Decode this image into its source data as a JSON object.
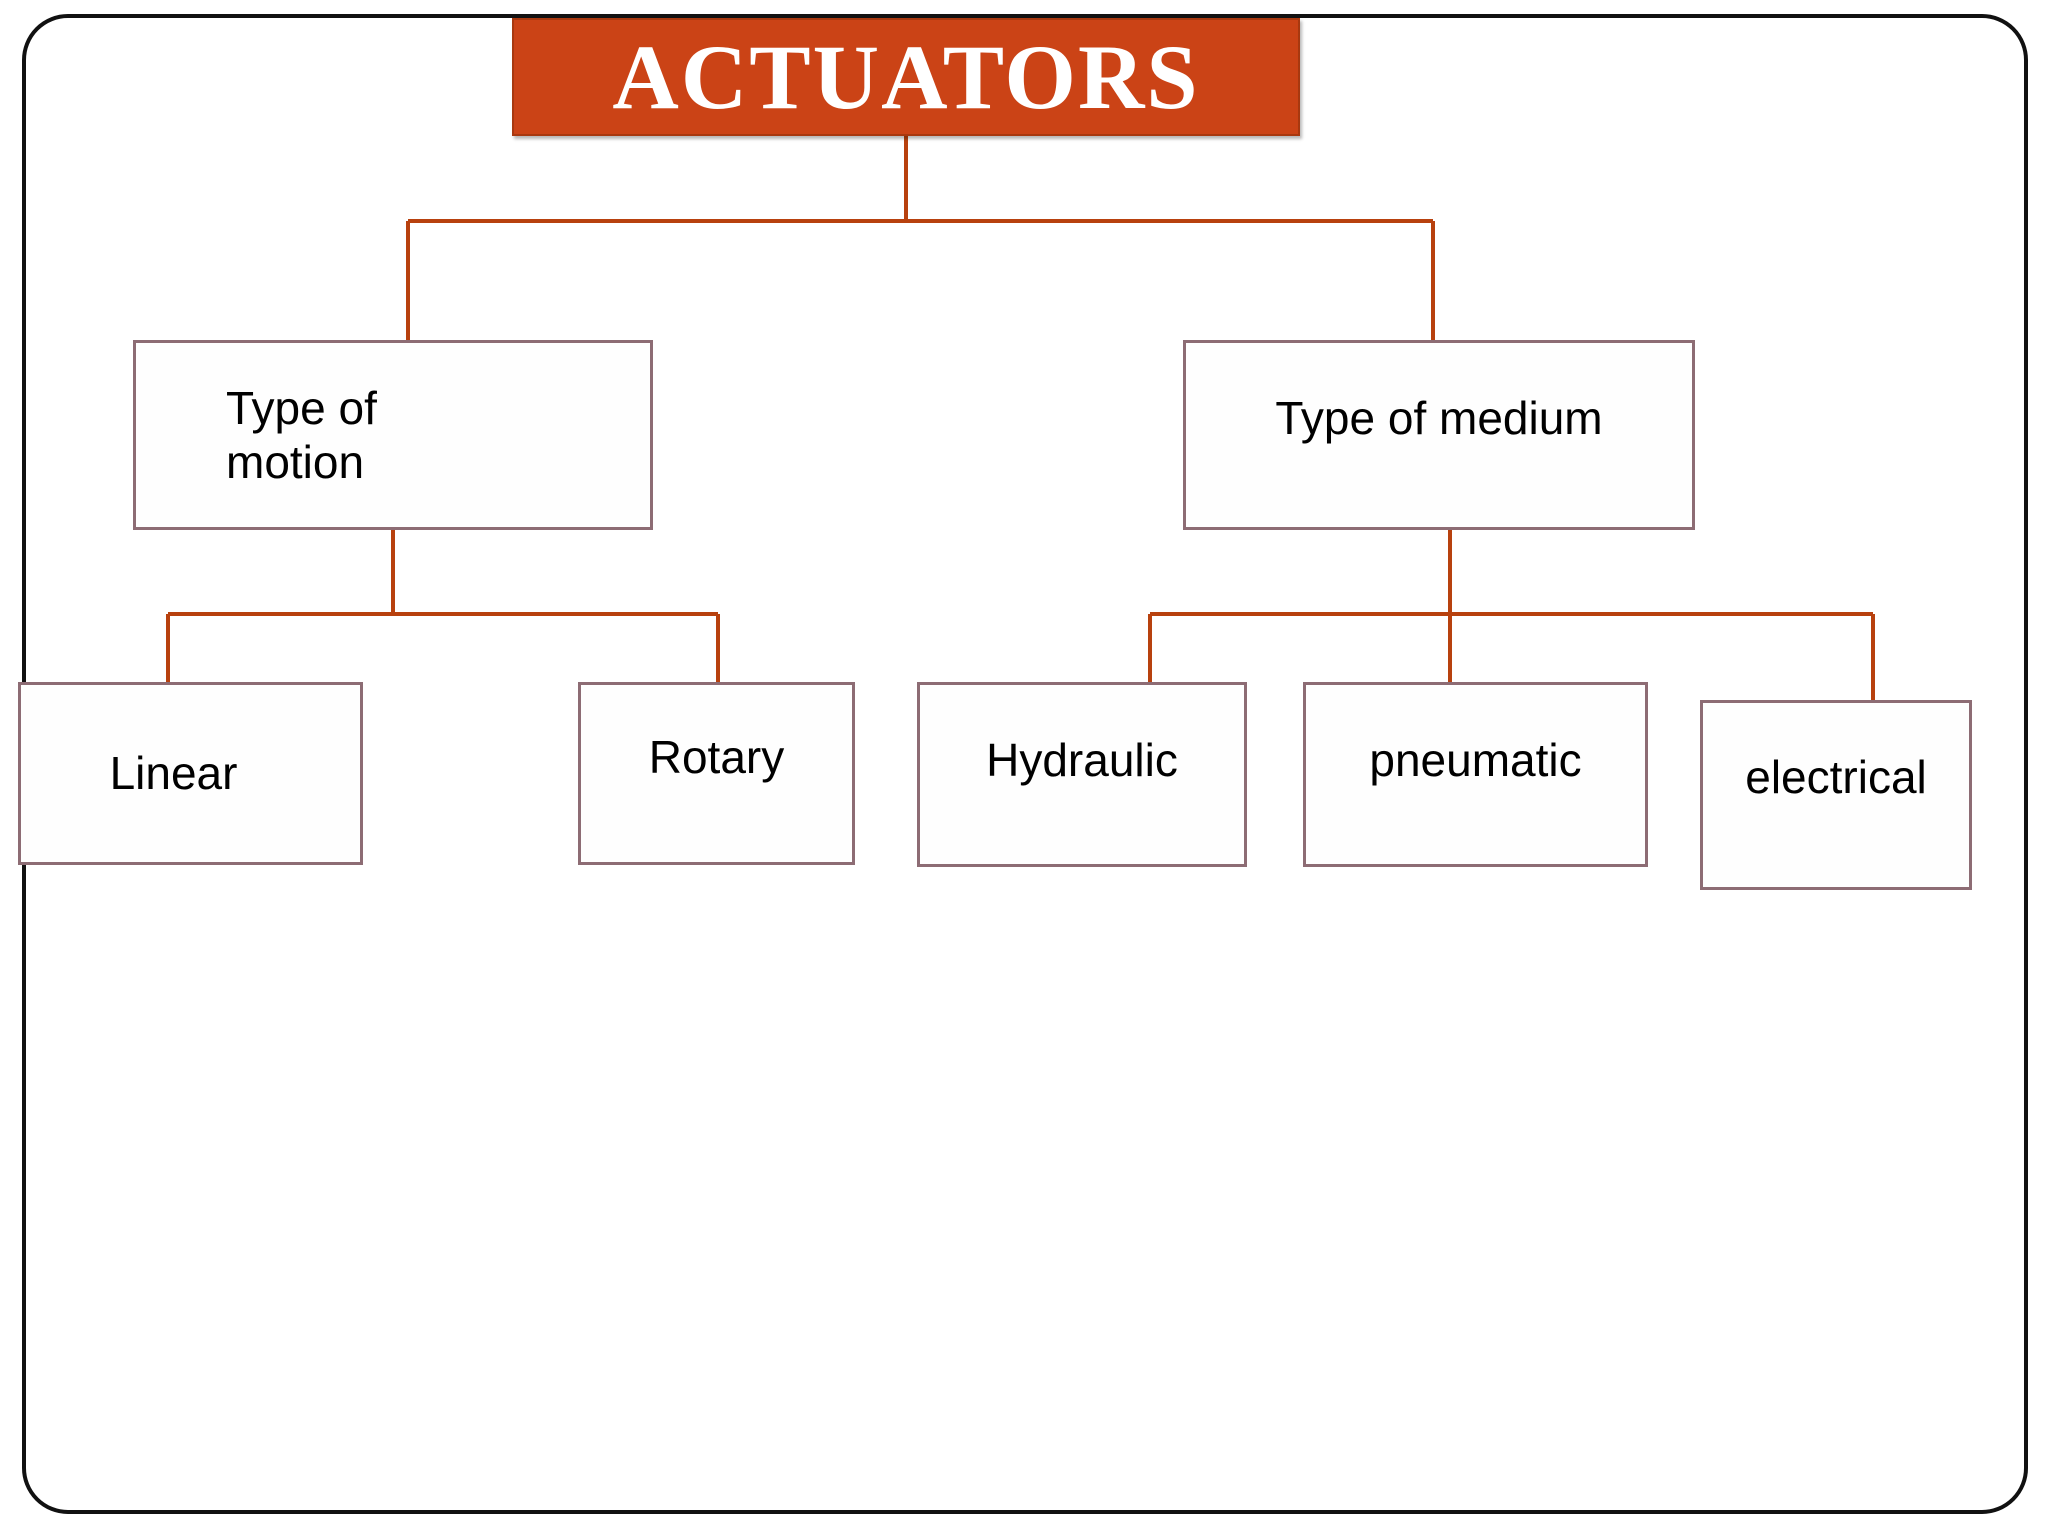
{
  "slide": {
    "background_color": "#ffffff",
    "frame_color": "#111111"
  },
  "title": {
    "text": "ACTUATORS",
    "background_color": "#CB4316",
    "text_color": "#FFFFFF"
  },
  "theme": {
    "connector_color": "#B8410E",
    "box_border_color": "#8D6C74",
    "box_fill_color": "#FEFEFE",
    "label_color": "#000000"
  },
  "diagram": {
    "type": "tree",
    "root": "ACTUATORS",
    "level2": [
      {
        "id": "type-of-motion",
        "label": "Type of\nmotion"
      },
      {
        "id": "type-of-medium",
        "label": "Type of medium"
      }
    ],
    "level3": [
      {
        "id": "linear",
        "label": "Linear",
        "parent": "type-of-motion"
      },
      {
        "id": "rotary",
        "label": "Rotary",
        "parent": "type-of-motion"
      },
      {
        "id": "hydraulic",
        "label": "Hydraulic",
        "parent": "type-of-medium"
      },
      {
        "id": "pneumatic",
        "label": "pneumatic",
        "parent": "type-of-medium"
      },
      {
        "id": "electrical",
        "label": "electrical",
        "parent": "type-of-medium"
      }
    ]
  }
}
